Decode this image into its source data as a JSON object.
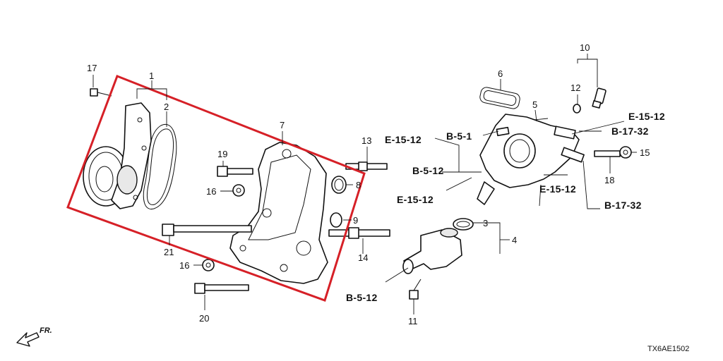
{
  "diagram": {
    "highlight_color": "#d62027",
    "line_color": "#111111",
    "part_numbers": [
      "1",
      "2",
      "3",
      "4",
      "5",
      "6",
      "7",
      "8",
      "9",
      "10",
      "11",
      "12",
      "13",
      "14",
      "15",
      "16",
      "16",
      "17",
      "18",
      "19",
      "20",
      "21"
    ],
    "references": [
      "E-15-12",
      "B-5-1",
      "B-17-32",
      "E-15-12",
      "B-5-12",
      "E-15-12",
      "E-15-12",
      "B-17-32",
      "B-5-12"
    ],
    "direction_label": "FR.",
    "diagram_code": "TX6AE1502"
  }
}
